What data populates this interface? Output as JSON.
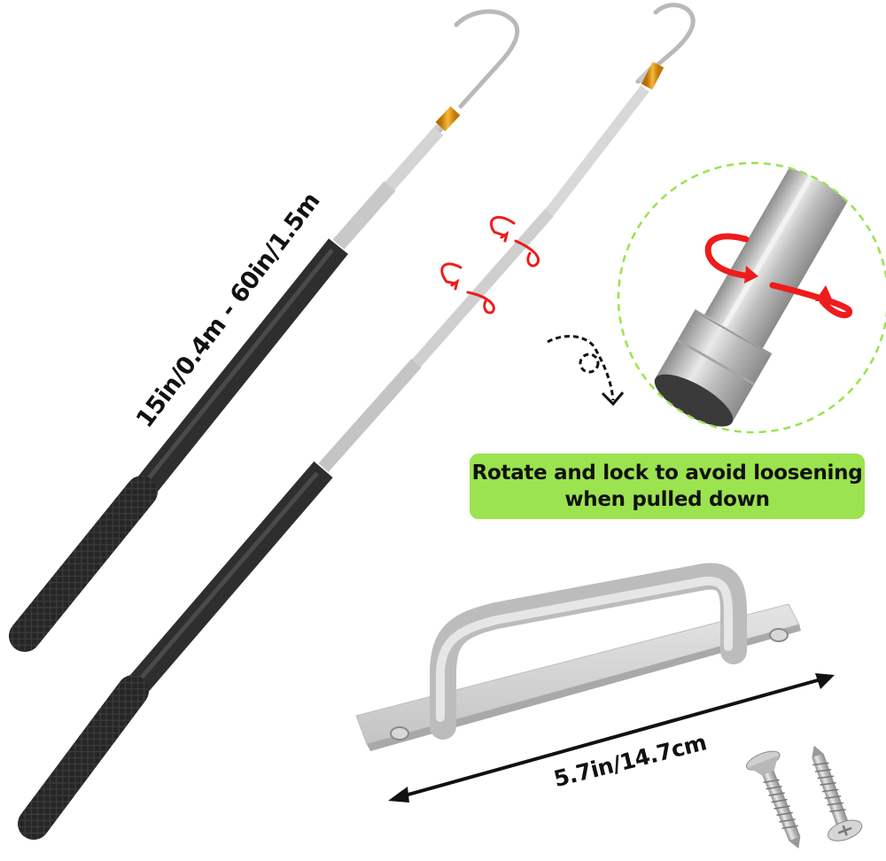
{
  "product": {
    "description": "Two telescopic pole hooks with black grip handles, detail of twist-lock joint, wall mount bracket and screws"
  },
  "annotations": {
    "pole_length": "15in/0.4m - 60in/1.5m",
    "callout_line1": "Rotate and lock to avoid loosening",
    "callout_line2": "when pulled down",
    "bracket_width": "5.7in/14.7cm"
  },
  "colors": {
    "background": "#ffffff",
    "callout_bg": "#9be34f",
    "zoom_circle_border": "#9be34f",
    "rotate_arrow": "#ee1c1c",
    "collar_gold": "#e8a21a",
    "handle_black": "#2a2a2a",
    "metal_silver": "#c8c8c8",
    "text": "#111111"
  },
  "icons": {
    "rotate_arrows": "rotate-icon",
    "twist_lock_hint": "curved-dashed-arrow-icon",
    "dimension_arrow": "double-headed-arrow-icon"
  }
}
